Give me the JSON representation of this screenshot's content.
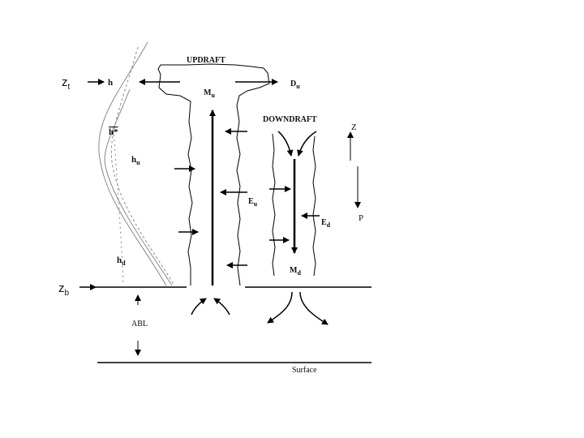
{
  "labels": {
    "updraft": "UPDRAFT",
    "downdraft": "DOWNDRAFT",
    "zt": "z",
    "zt_sub": "t",
    "zb": "z",
    "zb_sub": "b",
    "h": "h",
    "h_star": "h*",
    "hu_main": "h",
    "hu_sub": "u",
    "hd_main": "h",
    "hd_sub": "d",
    "mu_main": "M",
    "mu_sub": "u",
    "du_main": "D",
    "du_sub": "u",
    "eu_main": "E",
    "eu_sub": "u",
    "ed_main": "E",
    "ed_sub": "d",
    "md_main": "M",
    "md_sub": "d",
    "z_axis": "Z",
    "p_axis": "P",
    "abl": "ABL",
    "surface": "Surface"
  }
}
